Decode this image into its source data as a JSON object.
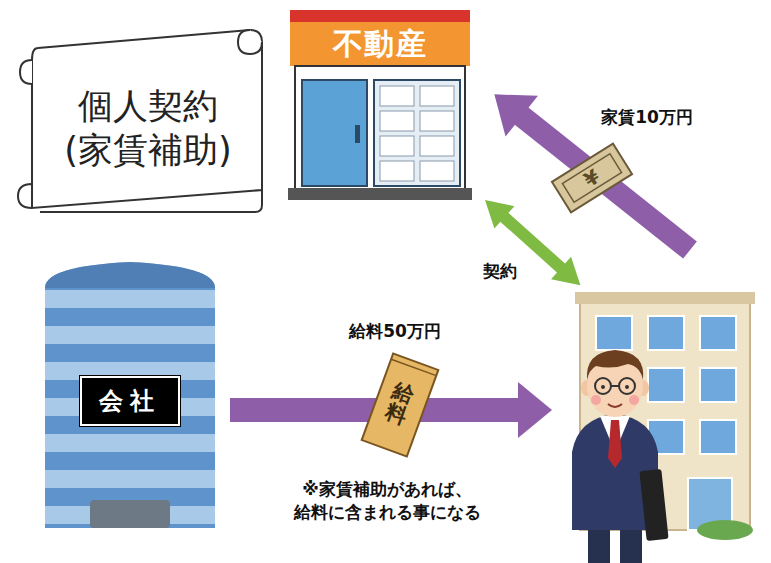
{
  "diagram": {
    "nodes": [
      {
        "text": [
          "個人契約 (家賃補助)"
        ]
      },
      {
        "text": [
          "不動産"
        ]
      },
      {
        "text": [
          "会社"
        ]
      }
    ],
    "labels": [
      "家賃10万円",
      "¥",
      "契約",
      "給料50万円",
      "給料",
      "※家賃補助があれば、 給料に含まれる事になる"
    ]
  }
}
